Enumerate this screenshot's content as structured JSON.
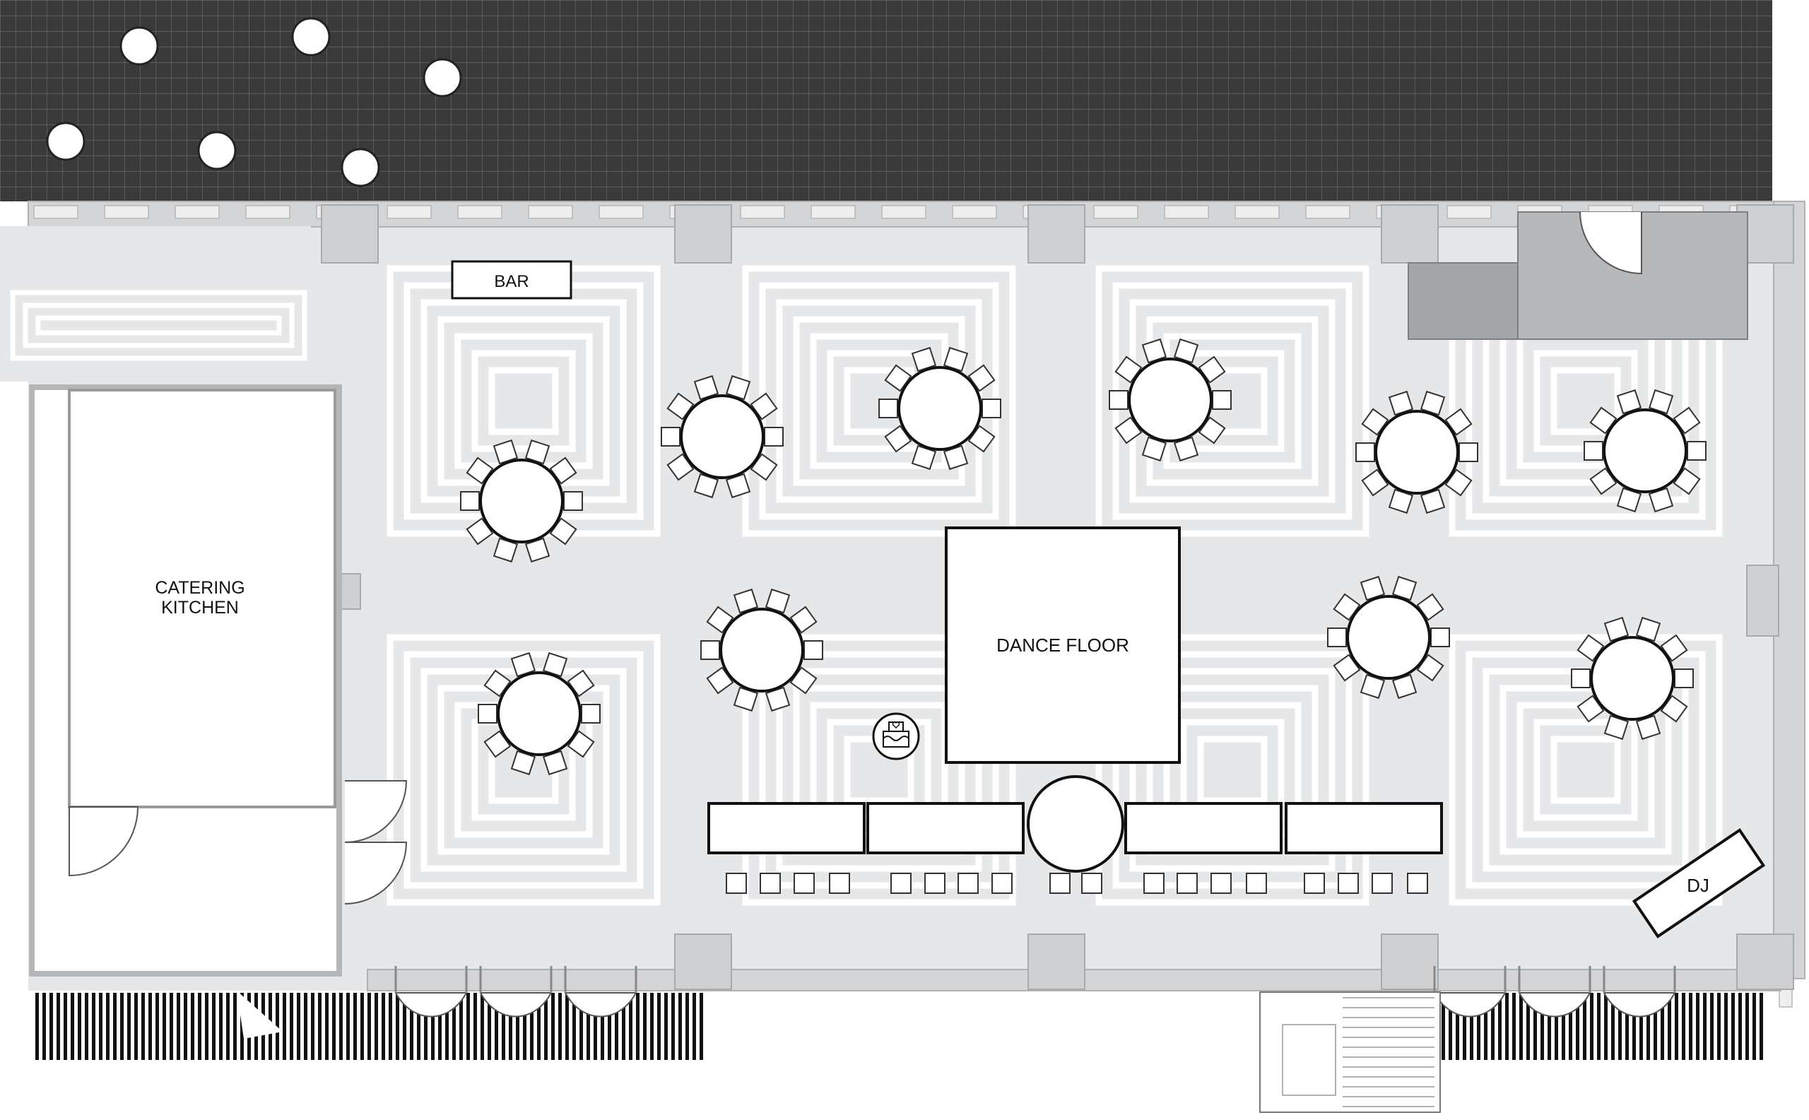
{
  "labels": {
    "bar": "BAR",
    "catering_line1": "CATERING",
    "catering_line2": "KITCHEN",
    "dance_floor": "DANCE FLOOR",
    "dj": "DJ"
  },
  "colors": {
    "patio": "#3a3a3a",
    "floor": "#e6e7e8",
    "wall": "#c8c9cb",
    "wall_dark": "#a9aaac",
    "ink": "#1a1a1a"
  },
  "icons": {
    "cake_table": "cake-icon",
    "patio_tables": "cocktail-table-icon"
  },
  "seating": {
    "round_tables": 11,
    "chairs_per_table": 10,
    "head_table_sections": 4,
    "head_table_chairs": 18
  }
}
